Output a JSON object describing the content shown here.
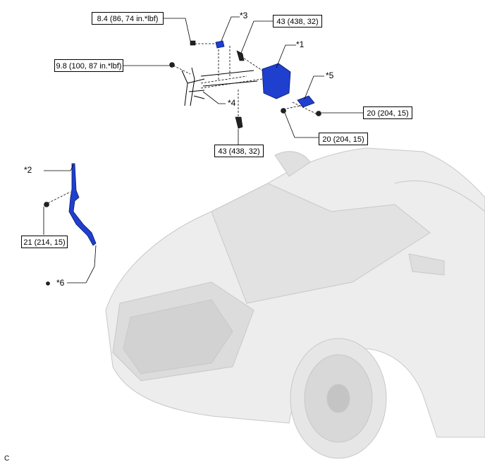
{
  "torque_specs": {
    "t1": "8.4 (86, 74 in.*lbf)",
    "t2": "43 (438, 32)",
    "t3": "9.8 (100, 87 in.*lbf)",
    "t4": "20 (204, 15)",
    "t5": "43 (438, 32)",
    "t6": "20 (204, 15)",
    "t7": "21 (214, 15)"
  },
  "callouts": {
    "c1": "*1",
    "c2": "*2",
    "c3": "*3",
    "c4": "*4",
    "c5": "*5",
    "c6": "*6"
  },
  "figure_code": "C",
  "colors": {
    "part_highlight": "#1f3fcf",
    "line": "#000000",
    "vehicle_fill": "#ededed",
    "vehicle_line": "#c8c8c8"
  }
}
